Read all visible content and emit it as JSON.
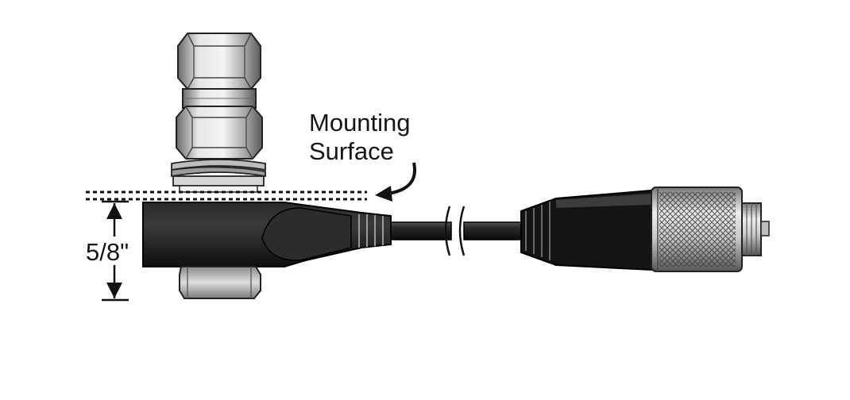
{
  "annotations": {
    "mounting_surface_line1": "Mounting",
    "mounting_surface_line2": "Surface",
    "thickness": "5/8\""
  },
  "colors": {
    "body_dark": "#1b1b1b",
    "metal_light": "#dcdcdc",
    "metal_mid": "#9a9a9a",
    "metal_dark": "#555555",
    "line": "#111111",
    "background": "#ffffff"
  }
}
